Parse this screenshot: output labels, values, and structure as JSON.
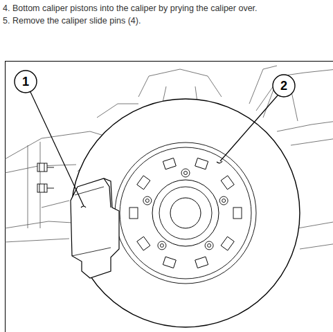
{
  "diagram": {
    "labels": [
      "4. Bottom caliper pistons into the caliper by prying the caliper over.",
      "5. Remove the caliper slide pins (4).",
      "1",
      "2"
    ]
  }
}
